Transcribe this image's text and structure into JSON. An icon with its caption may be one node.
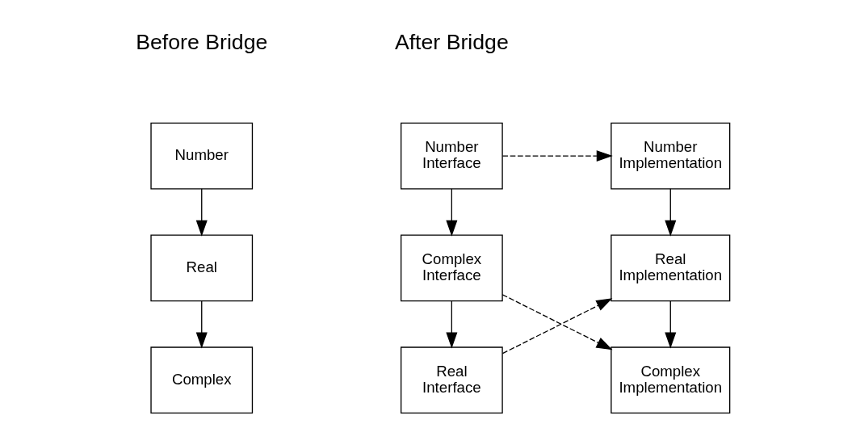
{
  "diagram": {
    "nodes": [
      {
        "text": [
          "Number"
        ]
      },
      {
        "text": [
          "Real"
        ]
      },
      {
        "text": [
          "Complex"
        ]
      },
      {
        "text": [
          "Number Interface"
        ]
      },
      {
        "text": [
          "Number Implementation"
        ]
      },
      {
        "text": [
          "Complex Interface"
        ]
      },
      {
        "text": [
          "Real Implementation"
        ]
      },
      {
        "text": [
          "Real Interface"
        ]
      },
      {
        "text": [
          "Complex Implementation"
        ]
      }
    ],
    "edges": [
      {
        "from": 0,
        "to": 1,
        "arrow": "to"
      },
      {
        "from": 1,
        "to": 2,
        "arrow": "to"
      },
      {
        "from": 3,
        "to": 4,
        "arrow": "to",
        "style": "dashed"
      },
      {
        "from": 3,
        "to": 5,
        "arrow": "to"
      },
      {
        "from": 4,
        "to": 6,
        "arrow": "to"
      },
      {
        "from": 5,
        "to": 7,
        "arrow": "to"
      },
      {
        "from": 5,
        "to": 8,
        "arrow": "to",
        "style": "dashed"
      },
      {
        "from": 7,
        "to": 6,
        "arrow": "to",
        "style": "dashed"
      },
      {
        "from": 6,
        "to": 8,
        "arrow": "to"
      }
    ],
    "labels": [
      "Before Bridge",
      "After Bridge"
    ]
  }
}
